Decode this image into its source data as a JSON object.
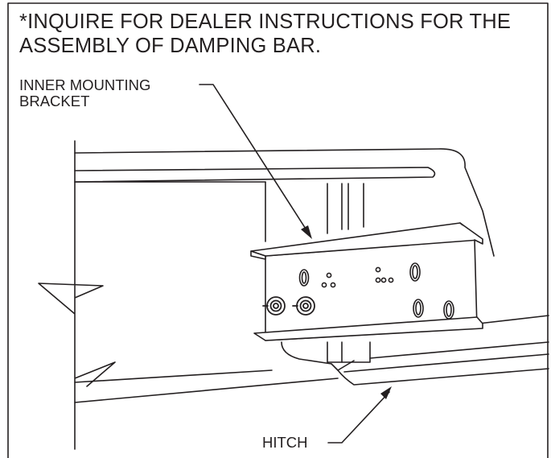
{
  "note": {
    "text": "*INQUIRE FOR DEALER INSTRUCTIONS FOR THE\n ASSEMBLY OF DAMPING BAR."
  },
  "callouts": {
    "bracket": "INNER MOUNTING\nBRACKET",
    "hitch": "HITCH"
  },
  "colors": {
    "line": "#231f20",
    "background": "#ffffff"
  }
}
